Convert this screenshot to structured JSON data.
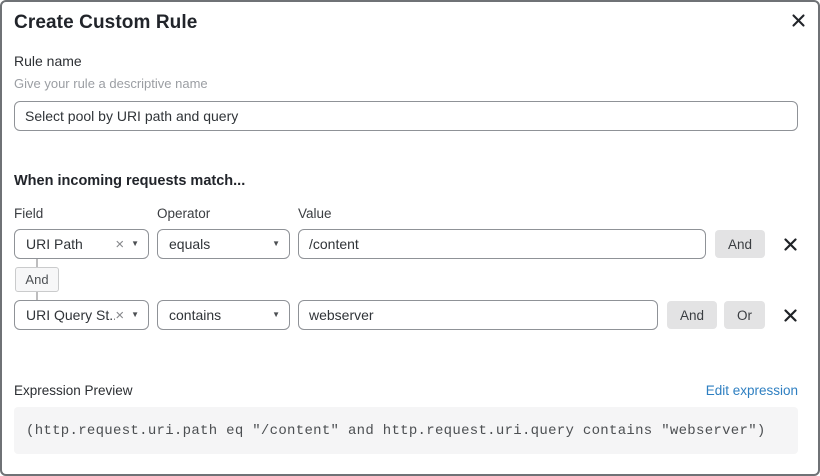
{
  "dialog": {
    "title": "Create Custom Rule"
  },
  "rule_name": {
    "label": "Rule name",
    "helper": "Give your rule a descriptive name",
    "value": "Select pool by URI path and query"
  },
  "match": {
    "heading": "When incoming requests match...",
    "columns": {
      "field": "Field",
      "operator": "Operator",
      "value": "Value"
    },
    "connector": "And",
    "rows": [
      {
        "field": "URI Path",
        "operator": "equals",
        "value": "/content",
        "and_label": "And"
      },
      {
        "field": "URI Query St...",
        "operator": "contains",
        "value": "webserver",
        "and_label": "And",
        "or_label": "Or"
      }
    ]
  },
  "expression": {
    "label": "Expression Preview",
    "edit_link": "Edit expression",
    "code": "(http.request.uri.path eq \"/content\" and http.request.uri.query contains \"webserver\")"
  },
  "icons": {
    "close": "x-mark",
    "delete": "x-mark",
    "clear": "×",
    "chevron": "▼"
  },
  "colors": {
    "link": "#2e7fc1",
    "chip_button_bg": "#e3e3e4",
    "code_bg": "#f5f5f6",
    "input_border": "#8f9297",
    "dialog_border": "#6f7276"
  }
}
